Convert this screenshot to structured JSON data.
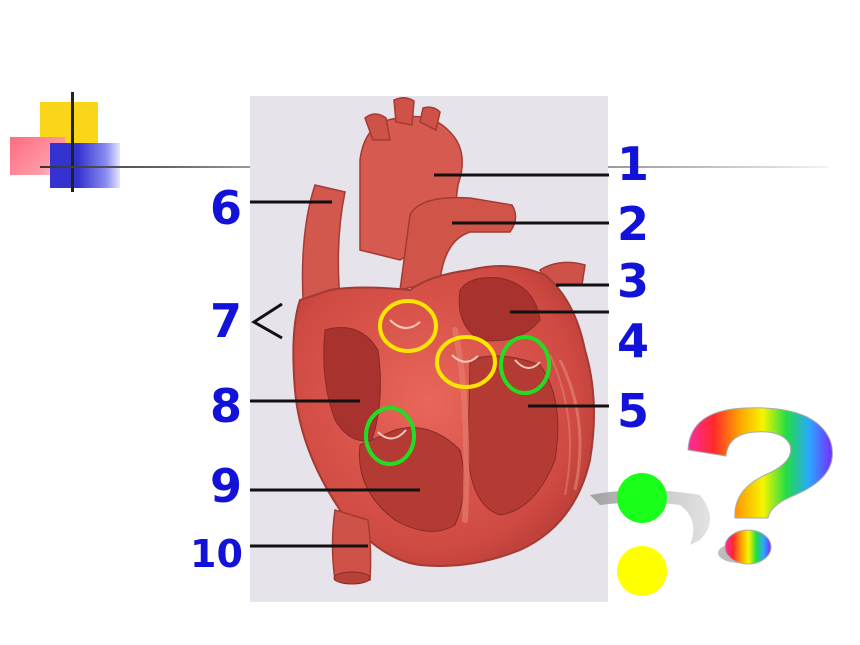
{
  "labels_right": [
    "1",
    "2",
    "3",
    "4",
    "5"
  ],
  "labels_left": [
    "6",
    "7",
    "8",
    "9",
    "10"
  ],
  "colors": {
    "label": "#1212d8",
    "green_marker": "#1aff1a",
    "yellow_marker": "#ffff00",
    "valve_yellow_ring": "#ffe600",
    "valve_green_ring": "#22dd22"
  },
  "icons": [
    "heart-illustration",
    "rainbow-question-mark-icon",
    "arrow-left-icon"
  ]
}
